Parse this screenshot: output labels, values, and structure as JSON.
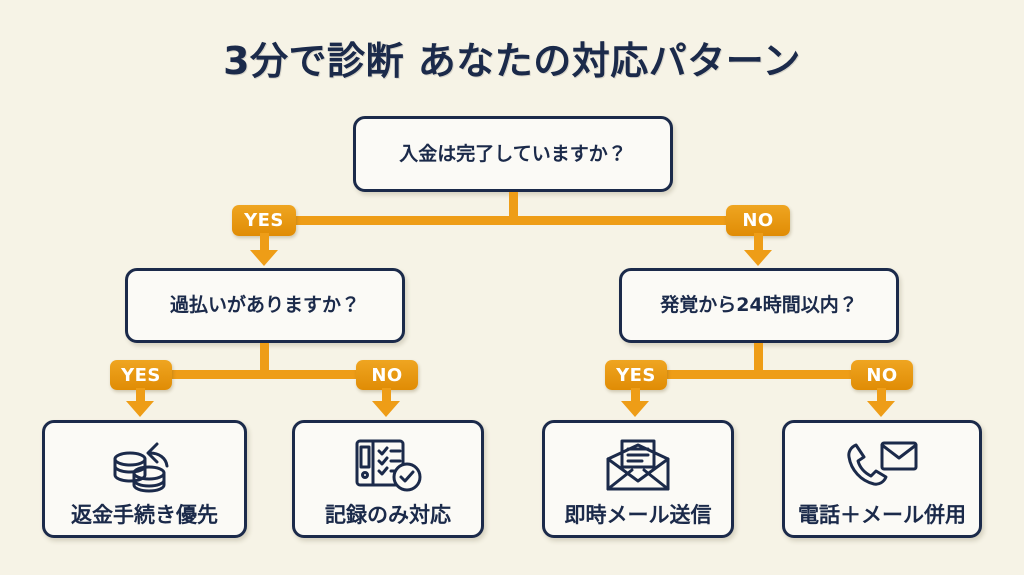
{
  "page": {
    "title": "3分で診断 あなたの対応パターン",
    "background_color": "#f6f3e6",
    "accent_color": "#ee9d17",
    "ink_color": "#1b2a4a"
  },
  "flow": {
    "root_question": {
      "text": "入金は完了していますか？"
    },
    "branches": [
      {
        "edge_label": "YES",
        "question": {
          "text": "過払いがありますか？"
        },
        "outcomes": [
          {
            "edge_label": "YES",
            "label": "返金手続き優先",
            "icon": "coins-return-arrow-icon"
          },
          {
            "edge_label": "NO",
            "label": "記録のみ対応",
            "icon": "binder-checklist-check-icon"
          }
        ]
      },
      {
        "edge_label": "NO",
        "question": {
          "text": "発覚から24時間以内？"
        },
        "outcomes": [
          {
            "edge_label": "YES",
            "label": "即時メール送信",
            "icon": "open-envelope-letter-icon"
          },
          {
            "edge_label": "NO",
            "label": "電話＋メール併用",
            "icon": "phone-envelope-icon"
          }
        ]
      }
    ]
  }
}
